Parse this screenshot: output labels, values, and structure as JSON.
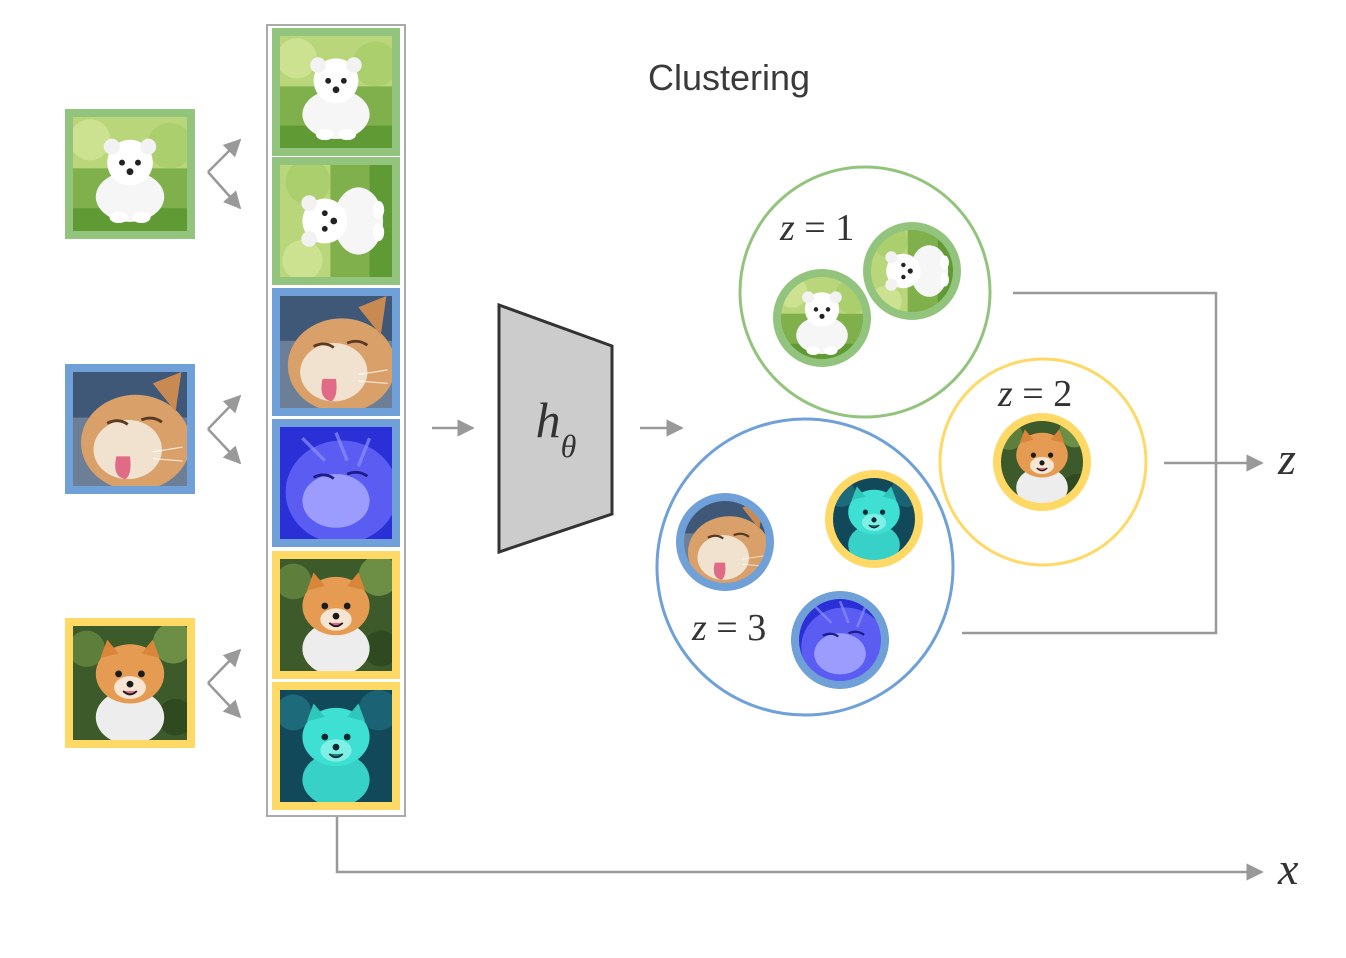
{
  "title": "Clustering",
  "encoder": {
    "symbol": "h",
    "subscript": "θ"
  },
  "outputs": {
    "z": "z",
    "x": "x"
  },
  "clusters": [
    {
      "var": "z",
      "eq": " = ",
      "val": "1",
      "color": "#93c47d"
    },
    {
      "var": "z",
      "eq": " = ",
      "val": "2",
      "color": "#ffd966"
    },
    {
      "var": "z",
      "eq": " = ",
      "val": "3",
      "color": "#6fa0d8"
    }
  ],
  "colors": {
    "green": "#93c47d",
    "blue": "#6fa0d8",
    "yellow": "#ffd966",
    "arrow": "#999999",
    "encoder_fill": "#cccccc",
    "encoder_stroke": "#333333"
  },
  "icons": {
    "white-puppy": "white-puppy-photo-icon",
    "cat": "cat-photo-icon",
    "pomeranian": "pomeranian-photo-icon"
  }
}
